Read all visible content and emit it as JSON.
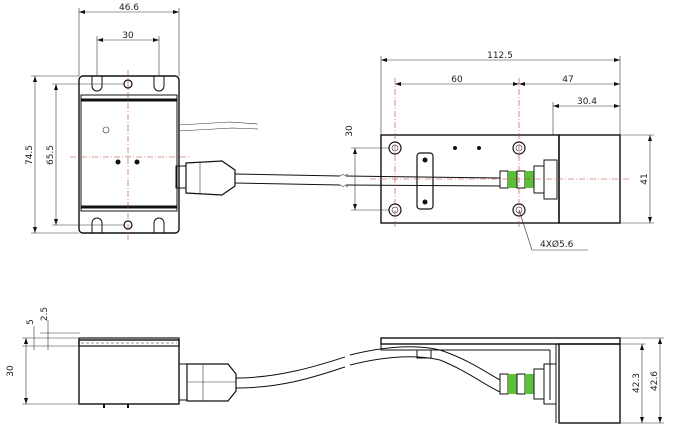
{
  "dimensions": {
    "top_left_width": "46.6",
    "top_left_hole_spacing": "30",
    "top_left_height": "74.5",
    "top_left_hole_height": "65.5",
    "top_right_total_length": "112.5",
    "top_right_hole_spacing_long": "60",
    "top_right_offset": "47",
    "top_right_block_width": "30.4",
    "top_right_hole_spacing_short": "30",
    "top_right_block_height": "41",
    "hole_spec": "4XØ5.6",
    "bottom_left_step_a": "5",
    "bottom_left_step_b": "2.5",
    "bottom_left_height": "30",
    "bottom_right_height_a": "42.3",
    "bottom_right_height_b": "42.6"
  },
  "colors": {
    "line": "#111111",
    "centerline": "#c0392b",
    "connector_accent": "#5bbf3a"
  }
}
